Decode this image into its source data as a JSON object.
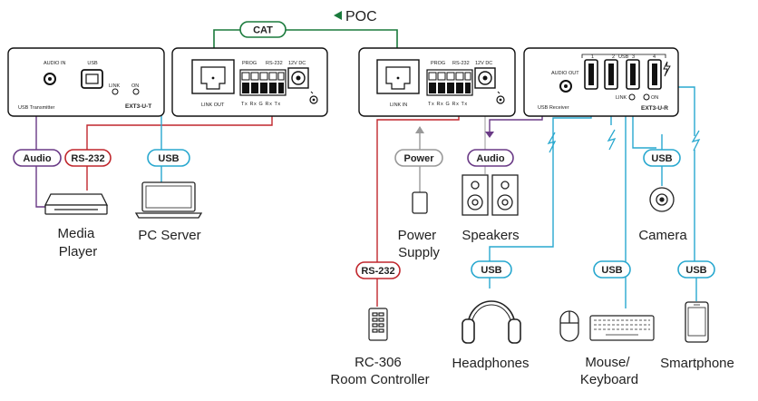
{
  "colors": {
    "cat": "#1a7a3c",
    "usb": "#29a8cf",
    "rs232": "#c0272d",
    "audio": "#6a3a86",
    "power": "#888888",
    "device_stroke": "#111111"
  },
  "poc_label": "POC",
  "cat_label": "CAT",
  "transmitter": {
    "audio_in": "AUDIO IN",
    "usb": "USB",
    "link": "LINK",
    "on": "ON",
    "name": "USB Transmitter",
    "model": "EXT3-U-T",
    "link_out": "LINK OUT",
    "prog": "PROG",
    "rs232": "RS-232",
    "dc": "12V DC",
    "pins": "Tx Rx G Rx Tx"
  },
  "receiver": {
    "link_in": "LINK IN",
    "prog": "PROG",
    "rs232": "RS-232",
    "dc": "12V DC",
    "pins": "Tx Rx G Rx Tx",
    "audio_out": "AUDIO OUT",
    "port_numbers": [
      "1",
      "2",
      "3",
      "4"
    ],
    "usb": "USB",
    "link": "LINK",
    "on": "ON",
    "name": "USB Receiver",
    "model": "EXT3-U-R"
  },
  "tags": {
    "audio_left": "Audio",
    "rs232_left": "RS-232",
    "usb_pc": "USB",
    "power": "Power",
    "audio_speakers": "Audio",
    "usb_camera": "USB",
    "rs232_room": "RS-232",
    "usb_headphones": "USB",
    "usb_mouse": "USB",
    "usb_phone": "USB"
  },
  "labels": {
    "media_player": [
      "Media",
      "Player"
    ],
    "pc_server": "PC Server",
    "power_supply": [
      "Power",
      "Supply"
    ],
    "speakers": "Speakers",
    "camera": "Camera",
    "room_controller": [
      "RC-306",
      "Room Controller"
    ],
    "headphones": "Headphones",
    "mouse_keyboard": [
      "Mouse/",
      "Keyboard"
    ],
    "smartphone": "Smartphone"
  }
}
